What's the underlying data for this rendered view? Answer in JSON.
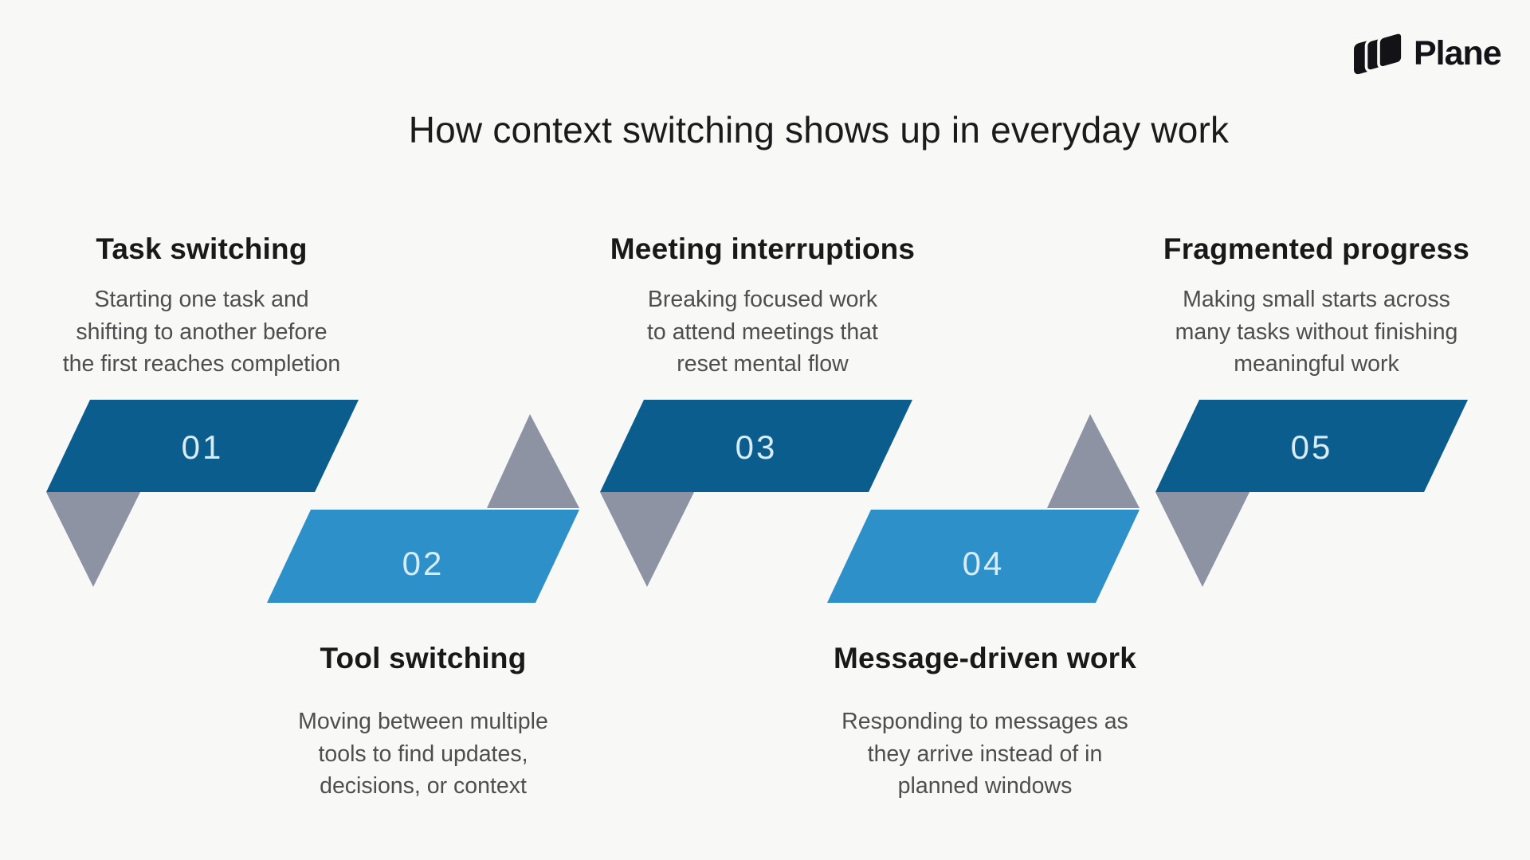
{
  "logo": {
    "brand": "Plane"
  },
  "header": {
    "title": "How context switching shows up in everyday work"
  },
  "colors": {
    "dark_blue": "#0a5d8c",
    "light_blue": "#2e90c8",
    "arrow_gray": "#8e93a4",
    "page_bg": "#f8f8f7",
    "heading_text": "#191919",
    "body_text": "#4e4e4e",
    "number_text": "#d9ecf6",
    "logo_ink": "#121217"
  },
  "steps": [
    {
      "number": "01",
      "title": "Task switching",
      "description": "Starting one task and\nshifting to another before\nthe first reaches completion",
      "row": "top"
    },
    {
      "number": "02",
      "title": "Tool switching",
      "description": "Moving between multiple\ntools to find updates,\ndecisions, or context",
      "row": "bottom"
    },
    {
      "number": "03",
      "title": "Meeting interruptions",
      "description": "Breaking focused work\nto attend meetings that\nreset mental flow",
      "row": "top"
    },
    {
      "number": "04",
      "title": "Message-driven work",
      "description": "Responding to messages as\nthey arrive instead of in\nplanned windows",
      "row": "bottom"
    },
    {
      "number": "05",
      "title": "Fragmented progress",
      "description": "Making small starts across\nmany tasks without finishing\nmeaningful work",
      "row": "top"
    }
  ]
}
